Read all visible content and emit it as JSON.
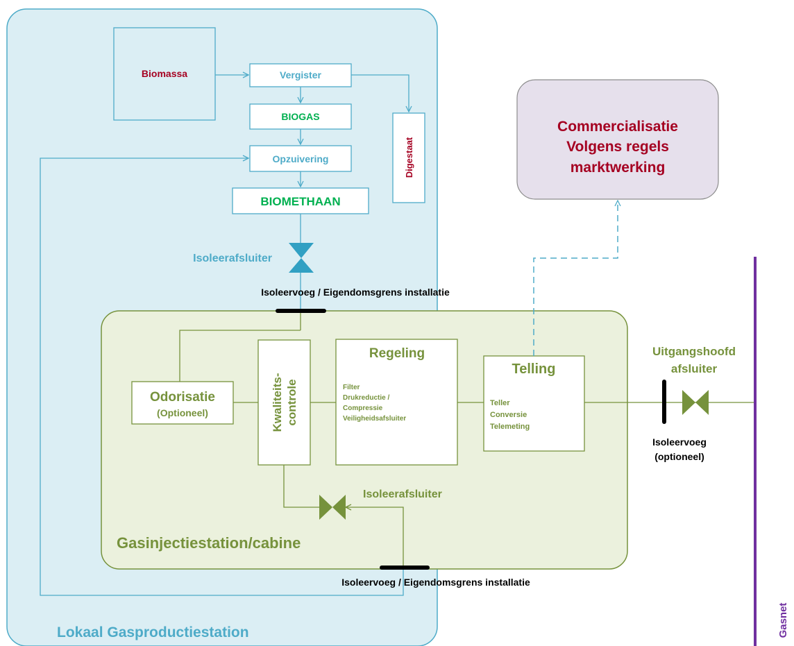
{
  "colors": {
    "blue": "#4eabc8",
    "blue_region_fill": "#dbeef4",
    "green": "#76923c",
    "green_region_fill": "#ebf1dd",
    "green_bright": "#00b050",
    "dark_red": "#a50021",
    "lilac_fill": "#e6e0ec",
    "purple": "#7030a0",
    "black": "#000000"
  },
  "regions": {
    "local_station": "Lokaal Gasproductiestation",
    "injection_station": "Gasinjectiestation/cabine",
    "commercial_line1": "Commercialisatie",
    "commercial_line2": "Volgens regels",
    "commercial_line3": "marktwerking",
    "gasnet": "Gasnet"
  },
  "production": {
    "biomassa": "Biomassa",
    "vergister": "Vergister",
    "biogas": "BIOGAS",
    "opzuivering": "Opzuivering",
    "biomethaan": "BIOMETHAAN",
    "digestaat": "Digestaat",
    "valve_label": "Isoleerafsluiter"
  },
  "boundaries": {
    "top_label": "Isoleervoeg / Eigendomsgrens installatie",
    "bottom_label": "Isoleervoeg / Eigendomsgrens installatie"
  },
  "station": {
    "odorisatie": "Odorisatie",
    "odorisatie_sub": "(Optioneel)",
    "kwaliteit_line1": "Kwaliteits-",
    "kwaliteit_line2": "controle",
    "regeling": "Regeling",
    "regeling_items": [
      "Filter",
      "Drukreductie /",
      "Compressie",
      "Veiligheidsafsluiter"
    ],
    "telling": "Telling",
    "telling_items": [
      "Teller",
      "Conversie",
      "Telemeting"
    ],
    "bypass_valve_label": "Isoleerafsluiter"
  },
  "outlet": {
    "valve_label_line1": "Uitgangshoofd",
    "valve_label_line2": "afsluiter",
    "joint_label_line1": "Isoleervoeg",
    "joint_label_line2": "(optioneel)"
  }
}
